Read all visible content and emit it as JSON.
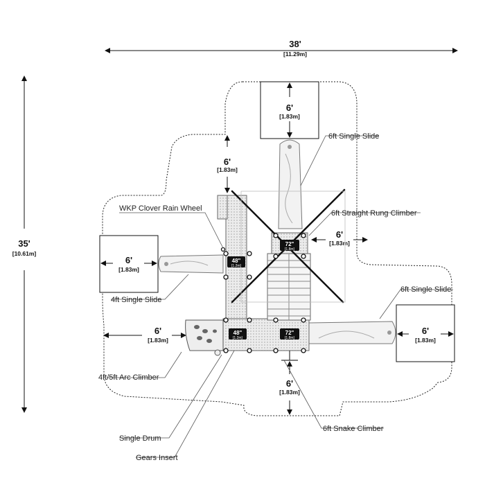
{
  "overall": {
    "width_ft": "38'",
    "width_m": "[11.29m]",
    "depth_ft": "35'",
    "depth_m": "[10.61m]"
  },
  "clearance": {
    "ft": "6'",
    "m": "[1.83m]"
  },
  "labels": {
    "slide_top": "6ft Single Slide",
    "rung_climber": "6ft Straight Rung Climber",
    "rain_wheel": "WKP Clover Rain Wheel",
    "slide_left": "4ft Single Slide",
    "slide_right": "6ft Single Slide",
    "arc_climber": "4ft/5ft Arc Climber",
    "drum": "Single Drum",
    "gears": "Gears Insert",
    "snake_climber": "6ft Snake Climber"
  },
  "decks": {
    "d1": {
      "height": "48\"",
      "metric": "[1.2m]"
    },
    "d2": {
      "height": "72\"",
      "metric": "[1.8m]"
    },
    "d3": {
      "height": "48\"",
      "metric": "[1.2m]"
    },
    "d4": {
      "height": "72\"",
      "metric": "[1.8m]"
    }
  },
  "colors": {
    "line": "#111111",
    "gray": "#9a9a9a",
    "deck": "#e8e8e8"
  }
}
